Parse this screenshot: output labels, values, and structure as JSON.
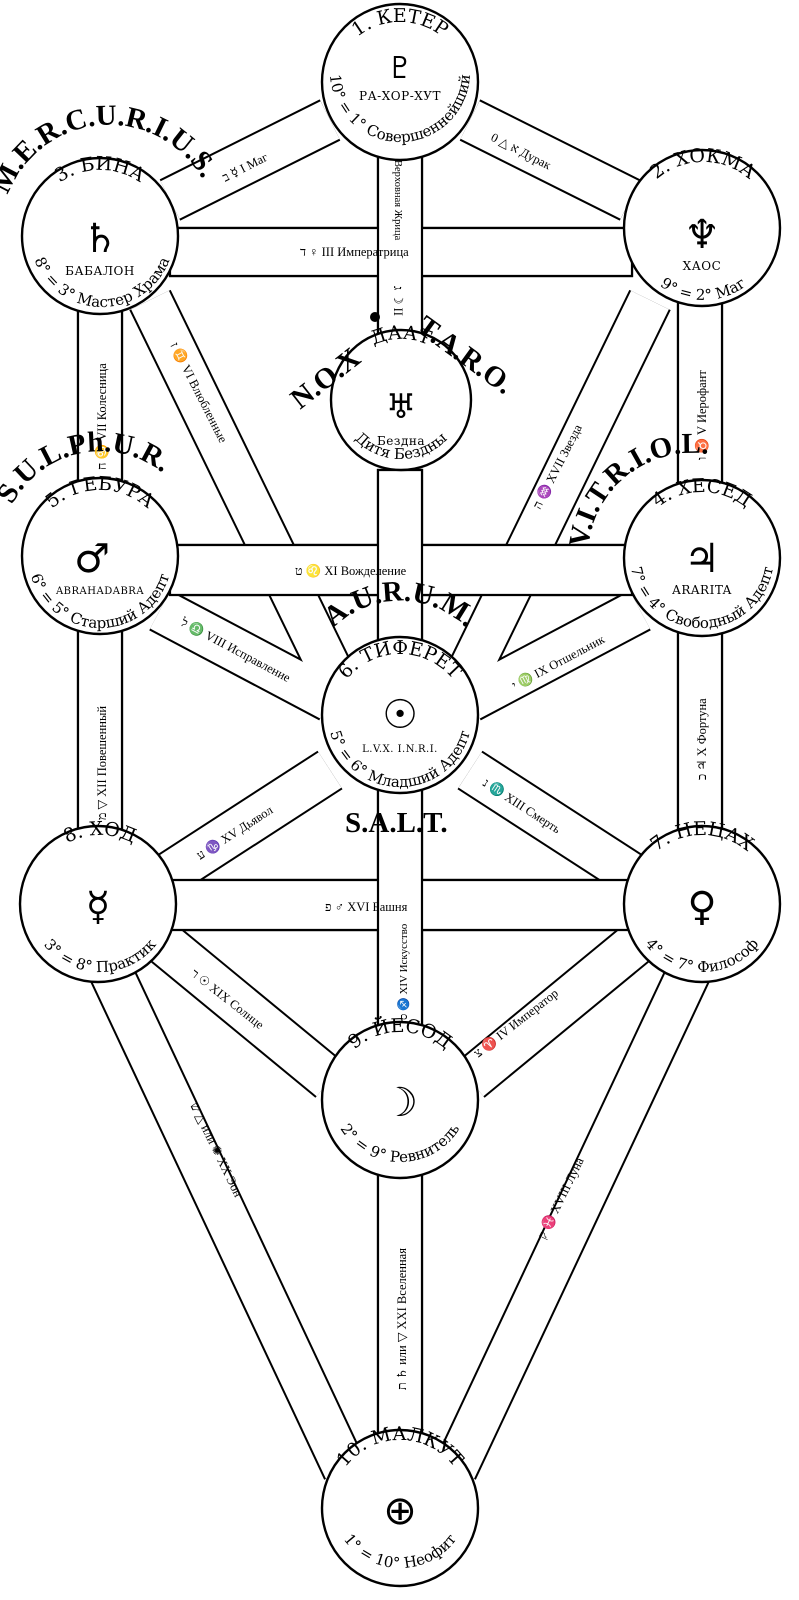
{
  "sephiroth": [
    {
      "id": "kether",
      "title": "1. КЕТЕР",
      "symbol": "♇",
      "sub": "РА-ХОР-ХУТ",
      "grade": "10° = 1° Совершеннейший"
    },
    {
      "id": "chokmah",
      "title": "2. ХОКМА",
      "symbol": "♆",
      "sub": "ХАОС",
      "grade": "9° = 2° Маг"
    },
    {
      "id": "binah",
      "title": "3. БИНА",
      "symbol": "♄",
      "sub": "БАБАЛОН",
      "grade": "8° = 3° Мастер Храма"
    },
    {
      "id": "daath",
      "title": "ДААТ",
      "symbol": "♅",
      "sub": "Бездна",
      "grade": "Дитя Бездны"
    },
    {
      "id": "chesed",
      "title": "4. ХЕСЕД",
      "symbol": "♃",
      "sub": "ARARITA",
      "grade": "7° = 4° Свободный Адепт"
    },
    {
      "id": "geburah",
      "title": "5. ГЕБУРА",
      "symbol": "♂",
      "sub": "ABRAHADABRA",
      "grade": "6° = 5° Старший Адепт"
    },
    {
      "id": "tiphareth",
      "title": "6. ТИФЕРЕТ",
      "symbol": "☉",
      "sub": "L.V.X. I.N.R.I.",
      "grade": "5° = 6° Младший Адепт"
    },
    {
      "id": "netzach",
      "title": "7. НЕЦАХ",
      "symbol": "♀",
      "sub": "",
      "grade": "4° = 7° Философ"
    },
    {
      "id": "hod",
      "title": "8. ХОД",
      "symbol": "☿",
      "sub": "",
      "grade": "3° = 8° Практик"
    },
    {
      "id": "yesod",
      "title": "9. ЙЕСОД",
      "symbol": "☽",
      "sub": "",
      "grade": "2° = 9° Ревнитель"
    },
    {
      "id": "malkuth",
      "title": "10. МАЛКУТ",
      "symbol": "⊕",
      "sub": "",
      "grade": "1° = 10° Неофит"
    }
  ],
  "paths": {
    "magician": "ב ☿ I Маг",
    "fool": "א △ 0 Дурак",
    "priestess": "Верховная Жрица",
    "priestess_letter": "ג ☽ II",
    "empress": "ד ♀ III Императрица",
    "lovers": "ז ♊ VI Влюбленные",
    "chariot": "ח ♋ VII Колесница",
    "star": "ה ♒ XVII Звезда",
    "hierophant": "ו ♉ V Иерофант",
    "lust": "ט ♌ XI Вожделение",
    "adjustment": "ל ♎ VIII Исправление",
    "hermit": "י ♍ IX Отшельник",
    "hanged": "מ ▽ XII Повешенный",
    "fortune": "כ ♃ X Фортуна",
    "devil": "ע ♑ XV Дьявол",
    "death": "נ ♏ XIII Смерть",
    "tower": "פ ♂ XVI Башня",
    "art": "ס ♐ XIV Искусство",
    "sun": "ר ☉ XIX Солнце",
    "emperor": "צ ♈ IV Император",
    "aeon": "ש △ или ✺ XX Эон",
    "moon": "ק ♓ XVIII Луна",
    "universe": "ת ♄ или ▽ XXI Вселенная"
  },
  "words": {
    "mercurius": "M.E.R.C.U.R.I.U.S.",
    "nox": "N.O.X",
    "taro": "T.A.R.O.",
    "sulphur": "S.U.L.Ph.U.R.",
    "vitriol": "V.I.T.R.I.O.L.",
    "aurum": "A.U.R.U.M.",
    "salt": "S.A.L.T."
  }
}
